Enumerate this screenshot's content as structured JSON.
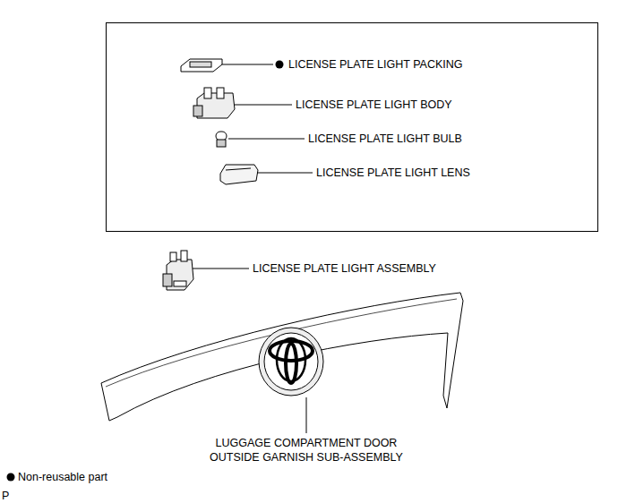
{
  "diagram": {
    "labels": [
      "LICENSE PLATE LIGHT PACKING",
      "LICENSE PLATE LIGHT BODY",
      "LICENSE PLATE LIGHT BULB",
      "LICENSE PLATE LIGHT LENS",
      "LICENSE PLATE LIGHT ASSEMBLY",
      "LUGGAGE COMPARTMENT DOOR OUTSIDE GARNISH SUB-ASSEMBLY",
      "P"
    ],
    "legend": [
      {
        "text": "Non-reusable part"
      }
    ]
  }
}
